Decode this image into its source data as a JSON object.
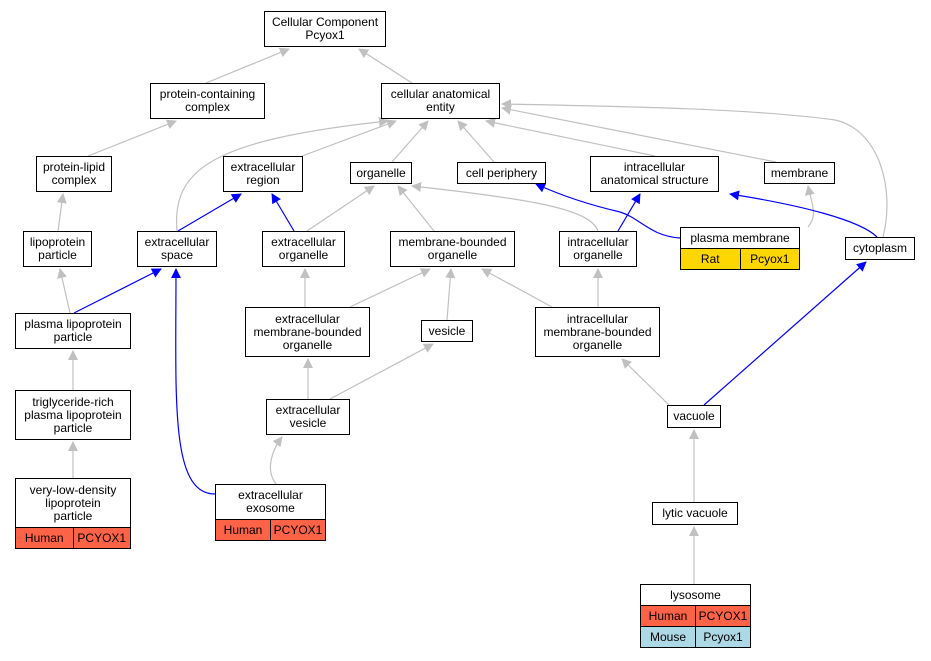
{
  "diagram": {
    "root": "Cellular Component\nPcyox1",
    "nodes": {
      "root": "Cellular Component\nPcyox1",
      "pcc": "protein-containing\ncomplex",
      "cae": "cellular anatomical\nentity",
      "plc": "protein-lipid\ncomplex",
      "er": "extracellular\nregion",
      "org": "organelle",
      "cp": "cell periphery",
      "ias": "intracellular\nanatomical structure",
      "mem": "membrane",
      "lp": "lipoprotein\nparticle",
      "es": "extracellular\nspace",
      "eo": "extracellular\norganelle",
      "mbo": "membrane-bounded\norganelle",
      "io": "intracellular\norganelle",
      "pm": "plasma membrane",
      "cyto": "cytoplasm",
      "plp": "plasma lipoprotein\nparticle",
      "embo": "extracellular\nmembrane-bounded\norganelle",
      "ves": "vesicle",
      "imbo": "intracellular\nmembrane-bounded\norganelle",
      "trlp": "triglyceride-rich\nplasma lipoprotein\nparticle",
      "ev": "extracellular\nvesicle",
      "vac": "vacuole",
      "vldl": "very-low-density\nlipoprotein\nparticle",
      "exo": "extracellular\nexosome",
      "lv": "lytic vacuole",
      "lyso": "lysosome"
    },
    "annotations": {
      "pm": [
        [
          "Rat",
          "Pcyox1"
        ]
      ],
      "vldl": [
        [
          "Human",
          "PCYOX1"
        ]
      ],
      "exo": [
        [
          "Human",
          "PCYOX1"
        ]
      ],
      "lyso": [
        [
          "Human",
          "PCYOX1"
        ],
        [
          "Mouse",
          "Pcyox1"
        ]
      ]
    },
    "species_colors": {
      "Human": "#ff6347",
      "Mouse": "#add8e6",
      "Rat": "#ffd700"
    },
    "edge_colors": {
      "is_a": "#c0c0c0",
      "part_of": "#0000ff"
    }
  }
}
